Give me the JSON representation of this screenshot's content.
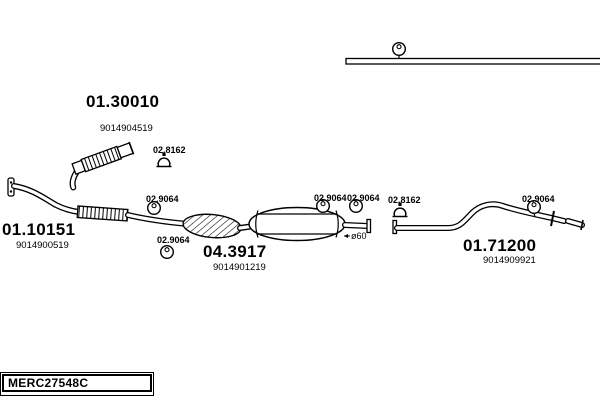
{
  "diagram": {
    "parts": [
      {
        "id": "front-flex-pipe",
        "label": "01.30010",
        "oe": "9014904519"
      },
      {
        "id": "front-down-pipe",
        "label": "01.10151",
        "oe": "9014900519"
      },
      {
        "id": "middle-silencer",
        "label": "04.3917",
        "oe": "9014901219"
      },
      {
        "id": "rear-tail-pipe",
        "label": "01.71200",
        "oe": "9014909921"
      }
    ],
    "fittings": {
      "clamp_label": "02.8162",
      "ring_label": "02.9064"
    },
    "annotations": {
      "diameter": "ø60"
    },
    "footer": {
      "code": "MERC27548C"
    }
  }
}
